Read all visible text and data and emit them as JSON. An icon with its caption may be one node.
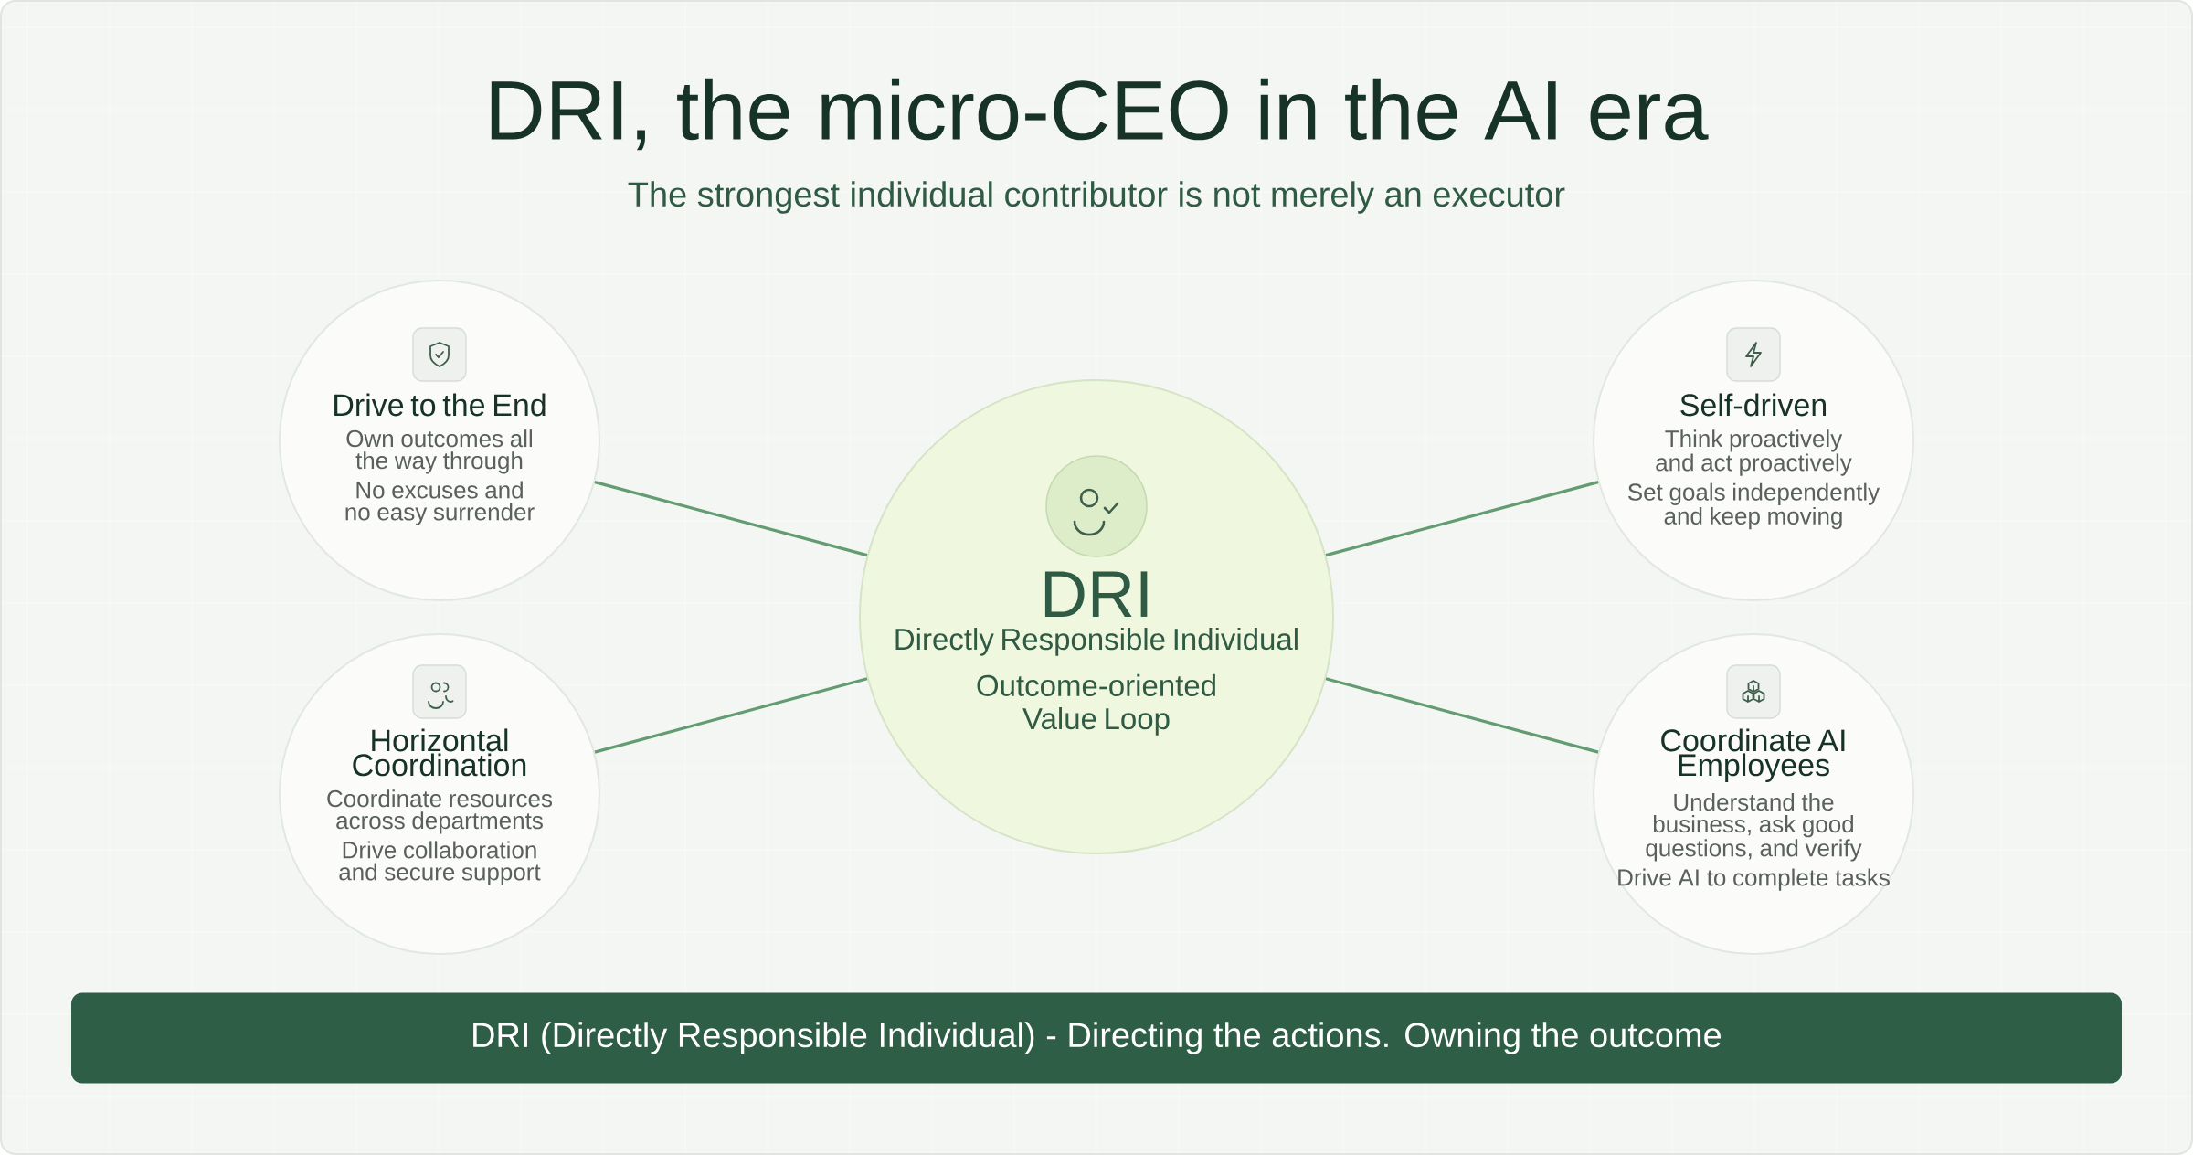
{
  "diagram": {
    "title": "DRI, the micro-CEO in the AI era",
    "nodes": [
      {
        "text": [
          "Drive to the End",
          "Own outcomes all the way through",
          "No excuses and no easy surrender"
        ]
      },
      {
        "text": [
          "Self-driven",
          "Think proactively and act proactively",
          "Set goals independently and keep moving"
        ]
      },
      {
        "text": [
          "DRI",
          "Directly Responsible Individual",
          "Outcome-oriented",
          "Value Loop"
        ]
      },
      {
        "text": [
          "Horizontal Coordination",
          "Coordinate resources across departments",
          "Drive collaboration and secure support"
        ]
      },
      {
        "text": [
          "Coordinate AI Employees",
          "Understand the business, ask good questions, and verify",
          "Drive AI to complete tasks"
        ]
      },
      {
        "text": [
          "DRI (Directly Responsible Individual) - Directing the actions. Owning the outcome"
        ]
      }
    ],
    "edges": [
      {
        "from": 2,
        "to": 0,
        "arrow": "none"
      },
      {
        "from": 2,
        "to": 1,
        "arrow": "none"
      },
      {
        "from": 2,
        "to": 3,
        "arrow": "none"
      },
      {
        "from": 2,
        "to": 4,
        "arrow": "none"
      }
    ],
    "labels": [
      "The strongest individual contributor is not merely an executor"
    ]
  }
}
